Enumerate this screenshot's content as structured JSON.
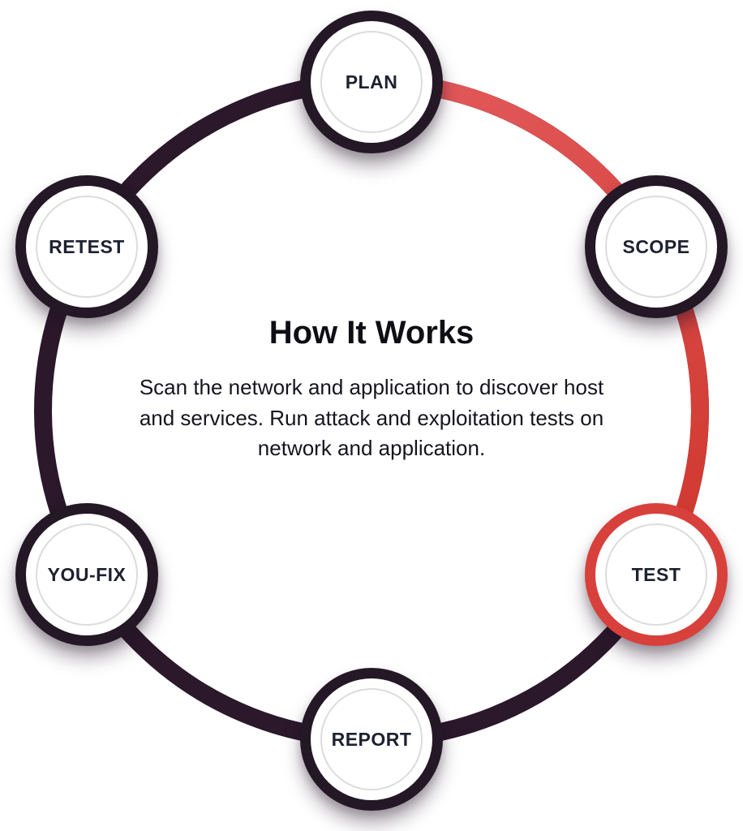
{
  "diagram": {
    "title": "How It Works",
    "description": "Scan the network and application to discover host and services. Run attack and exploitation tests on network and application.",
    "nodes": [
      {
        "label": "PLAN",
        "position": "top",
        "active": false
      },
      {
        "label": "SCOPE",
        "position": "top-right",
        "active": false
      },
      {
        "label": "TEST",
        "position": "bottom-right",
        "active": true
      },
      {
        "label": "REPORT",
        "position": "bottom",
        "active": false
      },
      {
        "label": "YOU-FIX",
        "position": "bottom-left",
        "active": false
      },
      {
        "label": "RETEST",
        "position": "top-left",
        "active": false
      }
    ],
    "colors": {
      "ring_dark": "#2b182b",
      "accent_red": "#d8403c",
      "accent_red_light": "#e05a54",
      "node_border_dark": "#241726",
      "text_dark": "#15151f"
    }
  }
}
